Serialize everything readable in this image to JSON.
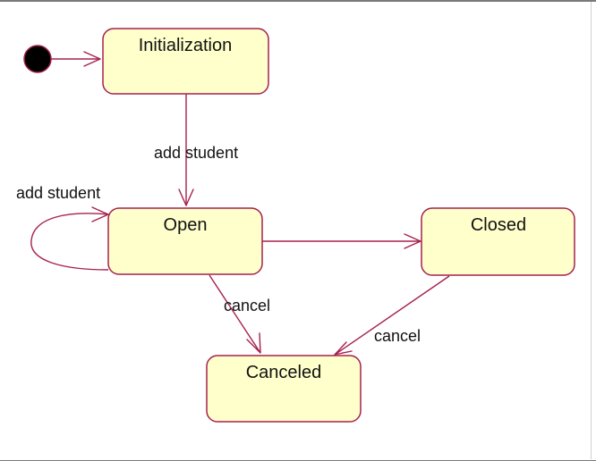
{
  "diagram": {
    "states": {
      "initialization": "Initialization",
      "open": "Open",
      "closed": "Closed",
      "canceled": "Canceled"
    },
    "transitions": {
      "init_to_open": "add student",
      "open_self": "add student",
      "open_to_canceled": "cancel",
      "closed_to_canceled": "cancel"
    },
    "colors": {
      "state_fill": "#ffffcc",
      "state_border": "#a6204f",
      "edge": "#a6204f",
      "initial_node": "#000000"
    }
  }
}
